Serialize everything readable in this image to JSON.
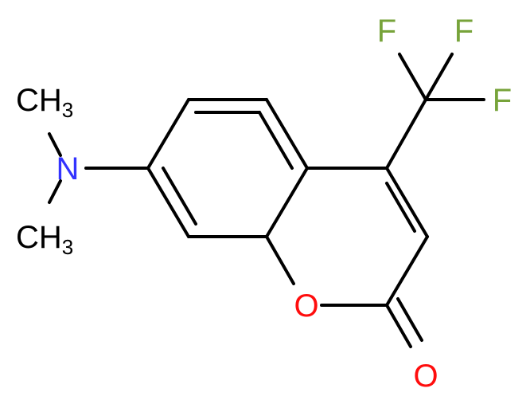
{
  "molecule": {
    "atoms": {
      "F1": "F",
      "F2": "F",
      "F3": "F",
      "N": "N",
      "CH3_top": {
        "base": "CH",
        "sub": "3"
      },
      "CH3_bottom": {
        "base": "CH",
        "sub": "3"
      },
      "O_ring": "O",
      "O_carbonyl": "O"
    },
    "colors": {
      "bond": "#000000",
      "carbon": "#000000",
      "nitrogen": "#3333ff",
      "oxygen": "#ff0d0d",
      "fluorine": "#77a33a"
    }
  }
}
